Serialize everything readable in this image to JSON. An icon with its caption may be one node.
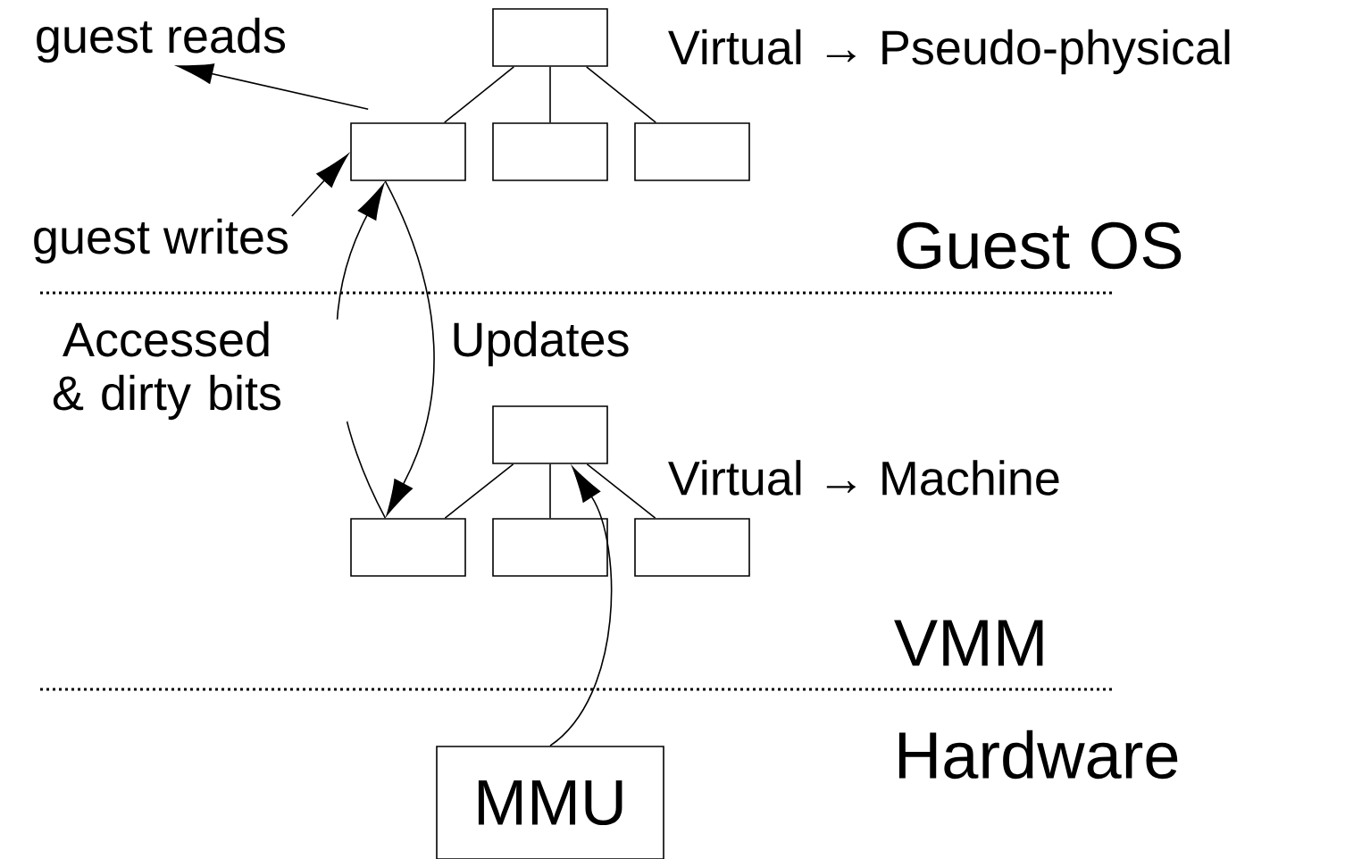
{
  "diagram": {
    "nodes": [
      {
        "text": [],
        "shape": "box"
      },
      {
        "text": [],
        "shape": "box"
      },
      {
        "text": [],
        "shape": "box"
      },
      {
        "text": [],
        "shape": "box"
      },
      {
        "text": [],
        "shape": "box"
      },
      {
        "text": [],
        "shape": "box"
      },
      {
        "text": [],
        "shape": "box"
      },
      {
        "text": [],
        "shape": "box"
      },
      {
        "text": [
          "MMU"
        ]
      },
      {
        "text": [
          "guest reads"
        ]
      },
      {
        "text": [
          "guest writes"
        ]
      }
    ],
    "edges": [
      {
        "from": 0,
        "to": 1,
        "arrow": "none"
      },
      {
        "from": 0,
        "to": 2,
        "arrow": "none"
      },
      {
        "from": 0,
        "to": 3,
        "arrow": "none"
      },
      {
        "from": 4,
        "to": 5,
        "arrow": "none"
      },
      {
        "from": 4,
        "to": 6,
        "arrow": "none"
      },
      {
        "from": 4,
        "to": 7,
        "arrow": "none"
      },
      {
        "from": 1,
        "to": 9,
        "arrow": "to"
      },
      {
        "from": 10,
        "to": 1,
        "arrow": "to"
      },
      {
        "from": 1,
        "to": 5,
        "arrow": "to",
        "label": "Updates"
      },
      {
        "from": 5,
        "to": 1,
        "arrow": "to",
        "label": "Accessed & dirty bits"
      },
      {
        "from": 8,
        "to": 4,
        "arrow": "to"
      }
    ],
    "labels": [
      "Virtual → Pseudo-physical",
      "Guest OS",
      "Virtual → Machine",
      "VMM",
      "Hardware"
    ]
  }
}
